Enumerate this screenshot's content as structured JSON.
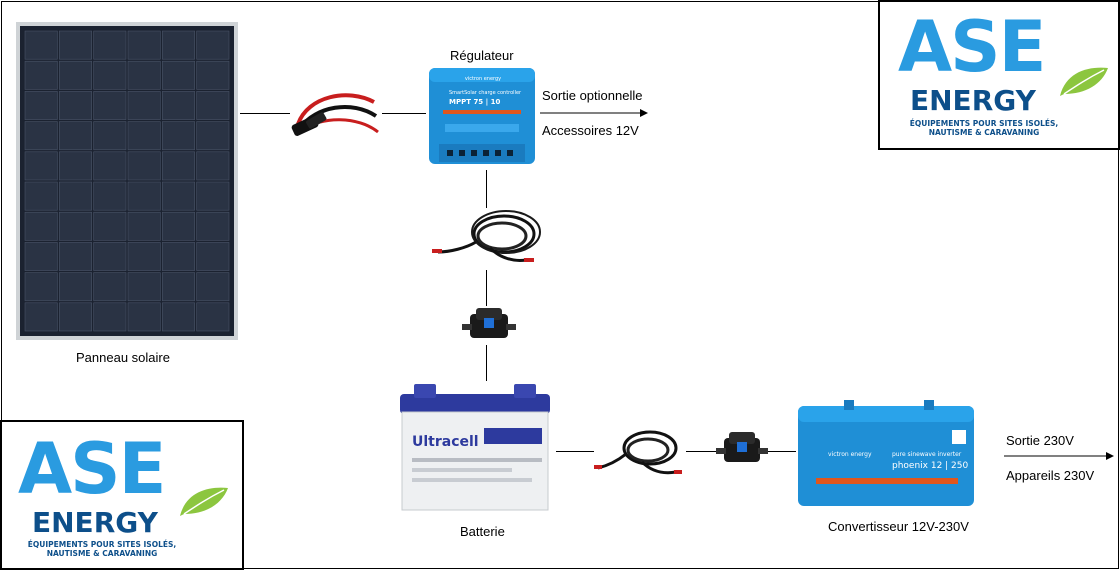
{
  "labels": {
    "panel": "Panneau solaire",
    "regulator": "Régulateur",
    "optional_output": "Sortie optionnelle",
    "accessories": "Accessoires 12V",
    "battery": "Batterie",
    "converter": "Convertisseur 12V-230V",
    "output_230": "Sortie 230V",
    "appliances": "Appareils 230V"
  },
  "logo": {
    "brand_top": "ASE",
    "brand_bottom": "ENERGY",
    "tagline_1": "ÉQUIPEMENTS POUR SITES ISOLÉS,",
    "tagline_2": "NAUTISME & CARAVANING"
  },
  "product_text": {
    "regulator_line1": "SmartSolar charge controller",
    "regulator_line2": "MPPT 75 | 10",
    "battery_brand": "Ultracell",
    "inverter_line1": "pure sinewave inverter",
    "inverter_line2": "phoenix 12 | 250",
    "victron": "victron energy"
  },
  "colors": {
    "logo_blue": "#2a9be0",
    "logo_dark": "#0d4f8a",
    "leaf_green": "#8cc63f",
    "victron_blue": "#1f8fd6"
  }
}
